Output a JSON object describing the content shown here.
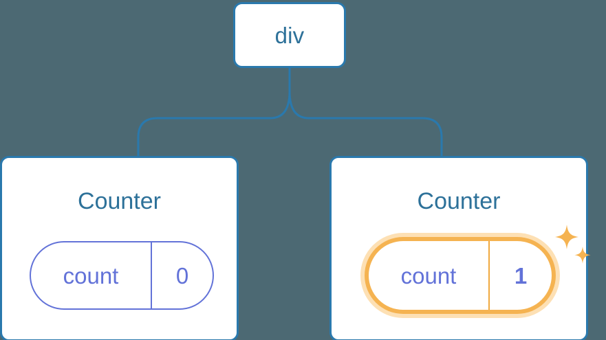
{
  "diagram": {
    "type": "component-tree",
    "background_color": "#4c6973",
    "connector_color": "#2a79ad",
    "node_border_color": "#2a79ad",
    "node_label_color": "#2d7199",
    "state_color": "#6272d8",
    "highlight_color": "#f5b351",
    "highlight_glow_color": "#fde0b4",
    "root": {
      "label": "div"
    },
    "children": [
      {
        "label": "Counter",
        "state": {
          "key": "count",
          "value": "0"
        },
        "highlighted": false
      },
      {
        "label": "Counter",
        "state": {
          "key": "count",
          "value": "1"
        },
        "highlighted": true,
        "sparkle_icons": [
          "sparkle-large",
          "sparkle-small"
        ]
      }
    ]
  }
}
